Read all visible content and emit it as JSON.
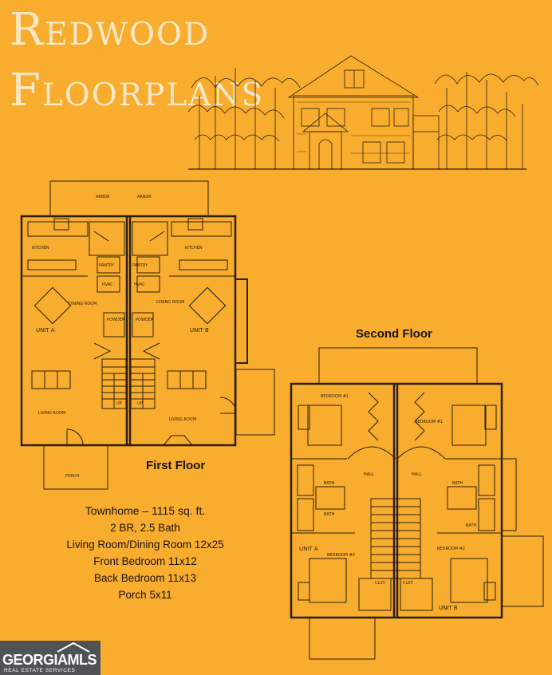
{
  "title": {
    "line1": "Redwood",
    "line2": "Floorplans"
  },
  "first_floor": {
    "label": "First Floor",
    "rooms": {
      "arbor_a": "ARBOR",
      "arbor_b": "ARBOR",
      "kitchen_a": "KITCHEN",
      "kitchen_b": "KITCHEN",
      "pantry_a": "PANTRY",
      "pantry_b": "PANTRY",
      "hvac_a": "HVAC",
      "hvac_b": "HVAC",
      "dining_a": "DINING ROOM",
      "dining_b": "DINING ROOM",
      "powder_a": "POWDER",
      "powder_b": "POWDER",
      "unit_a": "UNIT A",
      "unit_b": "UNIT B",
      "living_a": "LIVING ROOM",
      "living_b": "LIVING ROOM",
      "up_a": "UP",
      "up_b": "UP",
      "porch": "PORCH"
    }
  },
  "second_floor": {
    "label": "Second Floor",
    "rooms": {
      "bedroom1_a": "BEDROOM #1",
      "bedroom1_b": "BEDROOM #1",
      "hall_a": "HALL",
      "hall_b": "HALL",
      "bath_a1": "BATH",
      "bath_b1": "BATH",
      "bath_a2": "BATH",
      "bath_b2": "BATH",
      "unit_a": "UNIT A",
      "unit_b": "UNIT B",
      "bedroom2_a": "BEDROOM #2",
      "bedroom2_b": "BEDROOM #2",
      "clst_a": "CLST.",
      "clst_b": "CLST."
    }
  },
  "specs": [
    "Townhome – 1115 sq. ft.",
    "2 BR, 2.5 Bath",
    "Living Room/Dining Room 12x25",
    "Front Bedroom 11x12",
    "Back Bedroom 11x13",
    "Porch 5x11"
  ],
  "logo": {
    "brand": "GEORGIAMLS",
    "tagline": "REAL ESTATE SERVICES"
  },
  "colors": {
    "background": "#f9ad2e",
    "ink": "#1a1208",
    "title": "#fbe8c8",
    "logo_bg": "#4f5357"
  }
}
